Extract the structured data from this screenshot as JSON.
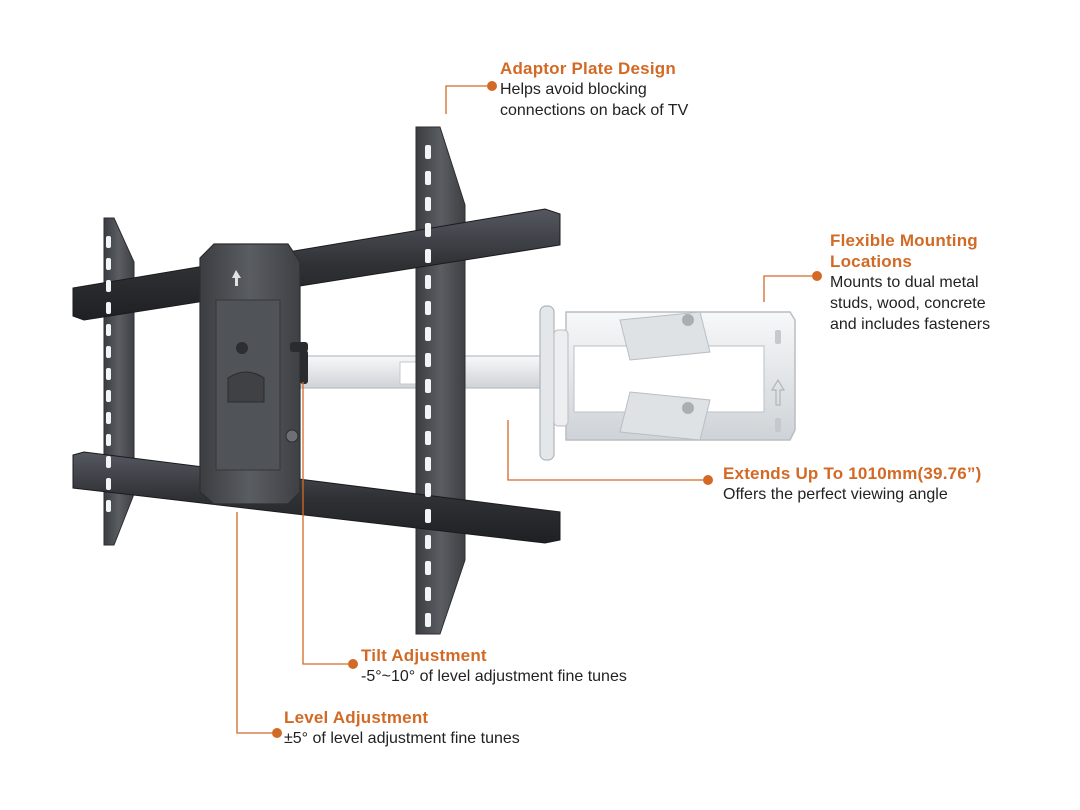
{
  "colors": {
    "accent": "#d26a26",
    "bracket_dark": "#4a4c50",
    "bracket_light": "#e9ebed",
    "text": "#222222"
  },
  "callouts": {
    "adaptor": {
      "title": "Adaptor Plate Design",
      "lines": [
        "Helps avoid blocking",
        "connections on back of TV"
      ]
    },
    "flexible": {
      "title_lines": [
        "Flexible Mounting",
        "Locations"
      ],
      "lines": [
        "Mounts to dual metal",
        "studs, wood, concrete",
        "and includes fasteners"
      ]
    },
    "extends": {
      "title": "Extends Up To 1010mm(39.76”)",
      "lines": [
        "Offers the perfect viewing angle"
      ]
    },
    "tilt": {
      "title": "Tilt Adjustment",
      "lines": [
        "-5°~10° of level adjustment fine tunes"
      ]
    },
    "level": {
      "title": "Level Adjustment",
      "lines": [
        "±5° of level adjustment fine tunes"
      ]
    }
  }
}
